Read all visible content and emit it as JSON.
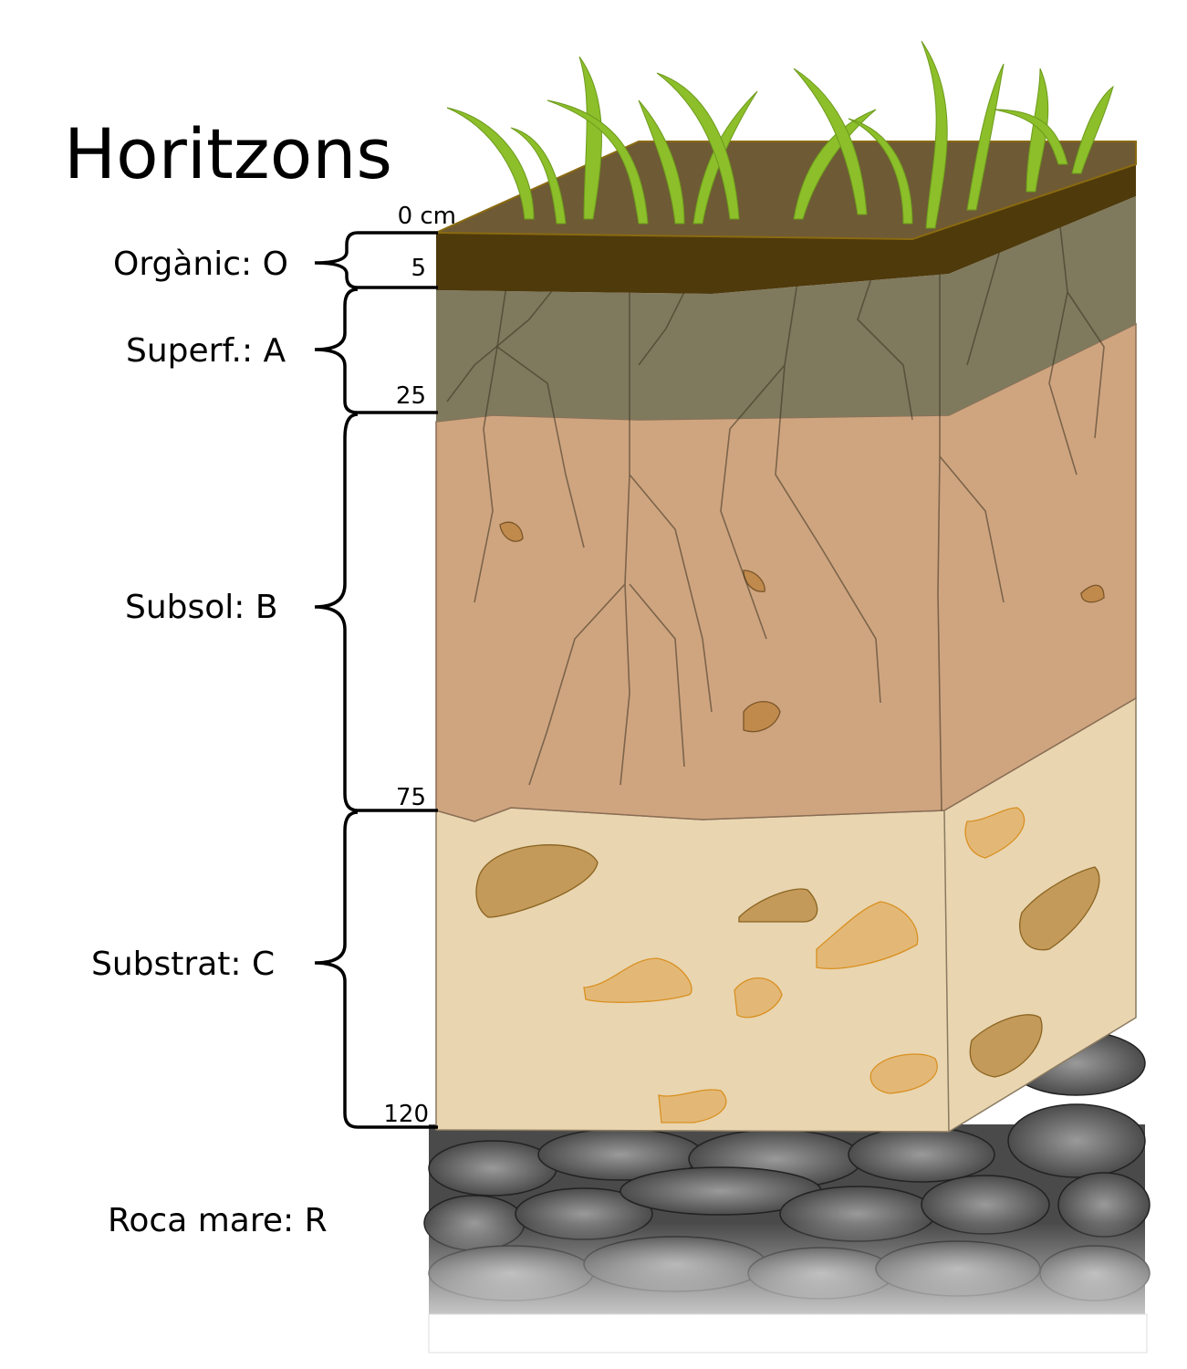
{
  "title": "Horitzons",
  "horizons": [
    {
      "label": "Orgànic: O",
      "color": "#4f3a0c"
    },
    {
      "label": "Superf.: A",
      "color": "#7f7a5e"
    },
    {
      "label": "Subsol: B",
      "color": "#cfa580"
    },
    {
      "label": "Substrat: C",
      "color": "#e9d5b0"
    },
    {
      "label": "Roca mare: R",
      "color": "#5a5a5a"
    }
  ],
  "depths": [
    "0 cm",
    "5",
    "25",
    "75",
    "120"
  ]
}
